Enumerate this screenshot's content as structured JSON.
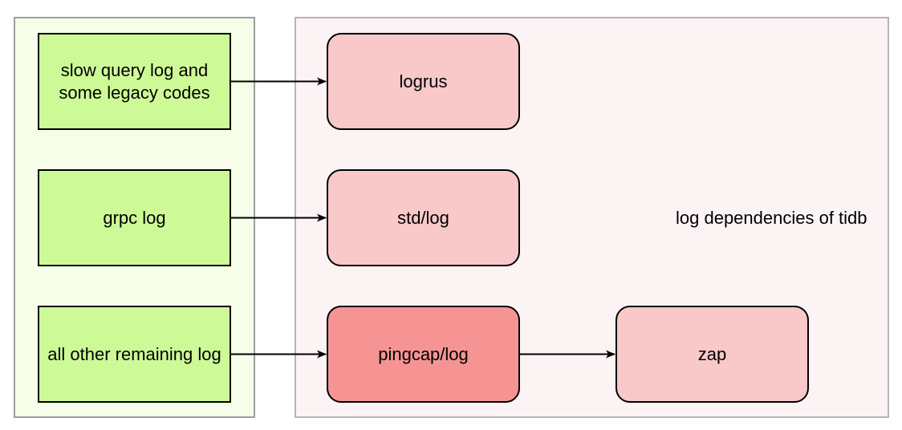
{
  "caption": "log dependencies of tidb",
  "sources": [
    {
      "id": "slow-query",
      "label": "slow query log and some legacy codes"
    },
    {
      "id": "grpc",
      "label": "grpc log"
    },
    {
      "id": "other",
      "label": "all other remaining log"
    }
  ],
  "libraries": [
    {
      "id": "logrus",
      "label": "logrus"
    },
    {
      "id": "stdlog",
      "label": "std/log"
    },
    {
      "id": "pingcap",
      "label": "pingcap/log"
    },
    {
      "id": "zap",
      "label": "zap"
    }
  ],
  "edges": [
    {
      "from": "slow-query",
      "to": "logrus"
    },
    {
      "from": "grpc",
      "to": "stdlog"
    },
    {
      "from": "other",
      "to": "pingcap"
    },
    {
      "from": "pingcap",
      "to": "zap"
    }
  ],
  "colors": {
    "source_fill": "#cdfa97",
    "library_fill": "#f9c8c8",
    "library_highlight_fill": "#f69493",
    "left_group_fill": "#f6fde9",
    "right_group_fill": "#fcf4f4"
  }
}
